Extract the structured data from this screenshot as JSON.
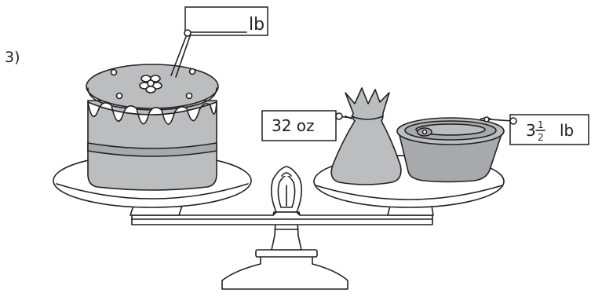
{
  "problem_number": "3)",
  "cake_tag": {
    "unit": "lb"
  },
  "bag_tag": {
    "text": "32 oz"
  },
  "pot_tag": {
    "whole": "3",
    "numerator": "1",
    "denominator": "2",
    "unit": "lb"
  },
  "colors": {
    "ink": "#231f20",
    "fill_gray": "#bcbdbf",
    "pot_gray": "#a7a9ac",
    "background": "#ffffff"
  }
}
